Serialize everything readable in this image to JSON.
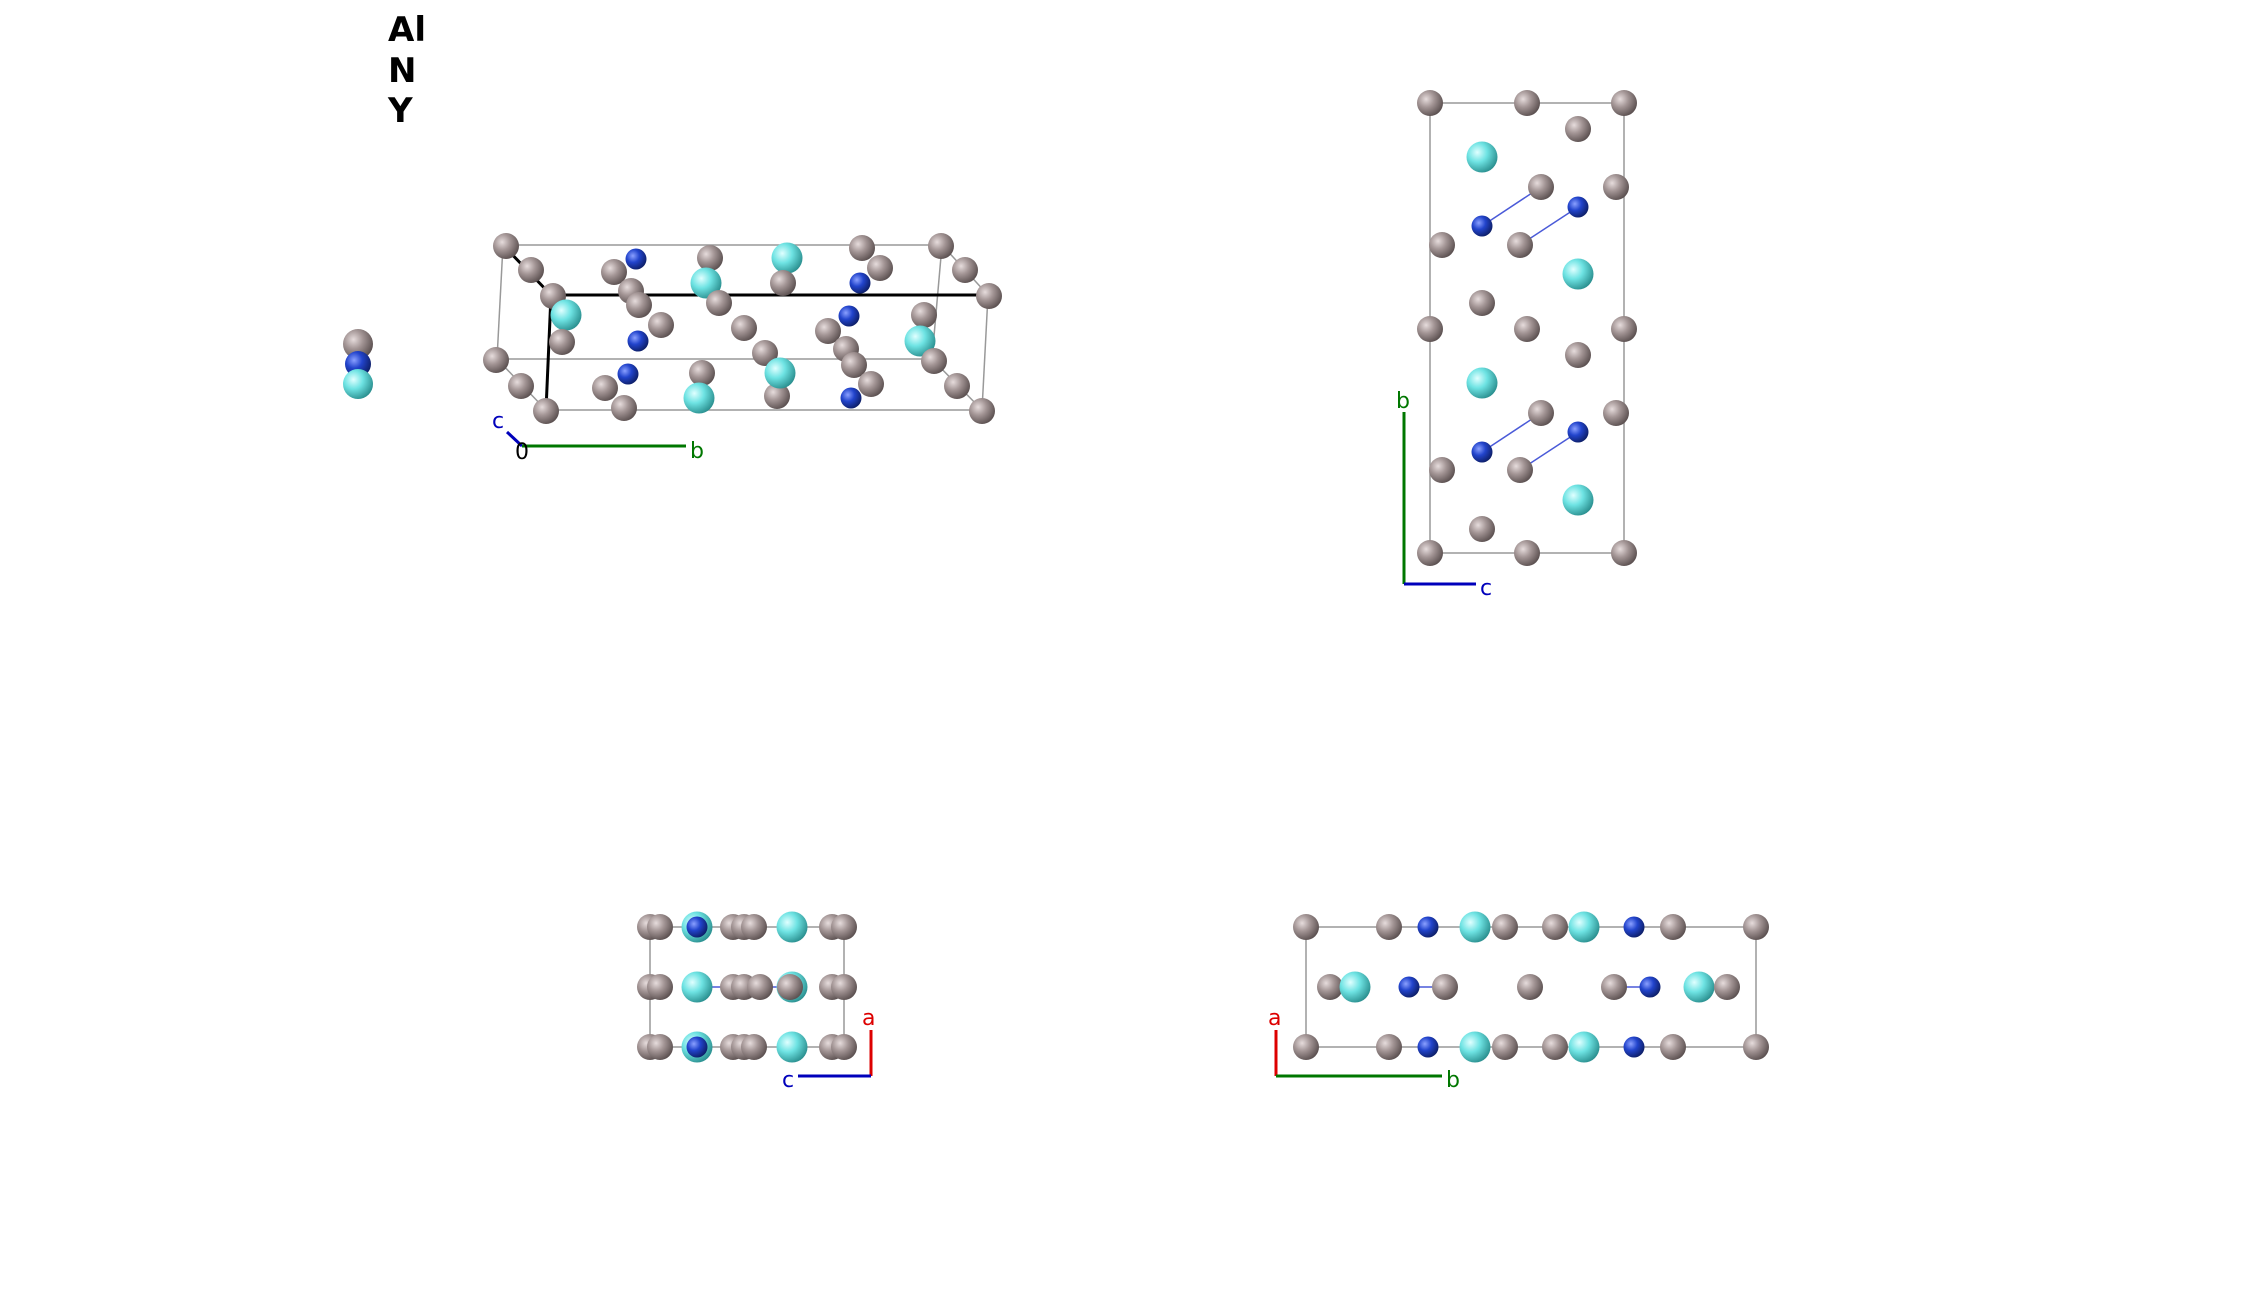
{
  "legend": {
    "elements": [
      "Al",
      "N",
      "Y"
    ]
  },
  "colors": {
    "Al": "#a39595",
    "N": "#2244cc",
    "Y": "#6ee3e3",
    "axis_a": "#dd0000",
    "axis_b": "#007700",
    "axis_c": "#0000bb",
    "origin": "#000000",
    "cell": "#999999"
  },
  "views": {
    "perspective": {
      "axis_labels": {
        "b": "b",
        "c": "c",
        "origin": "0"
      }
    },
    "top_right": {
      "axis_labels": {
        "b": "b",
        "c": "c"
      }
    },
    "bottom_left": {
      "axis_labels": {
        "a": "a",
        "c": "c"
      }
    },
    "bottom_right": {
      "axis_labels": {
        "a": "a",
        "b": "b"
      }
    }
  }
}
